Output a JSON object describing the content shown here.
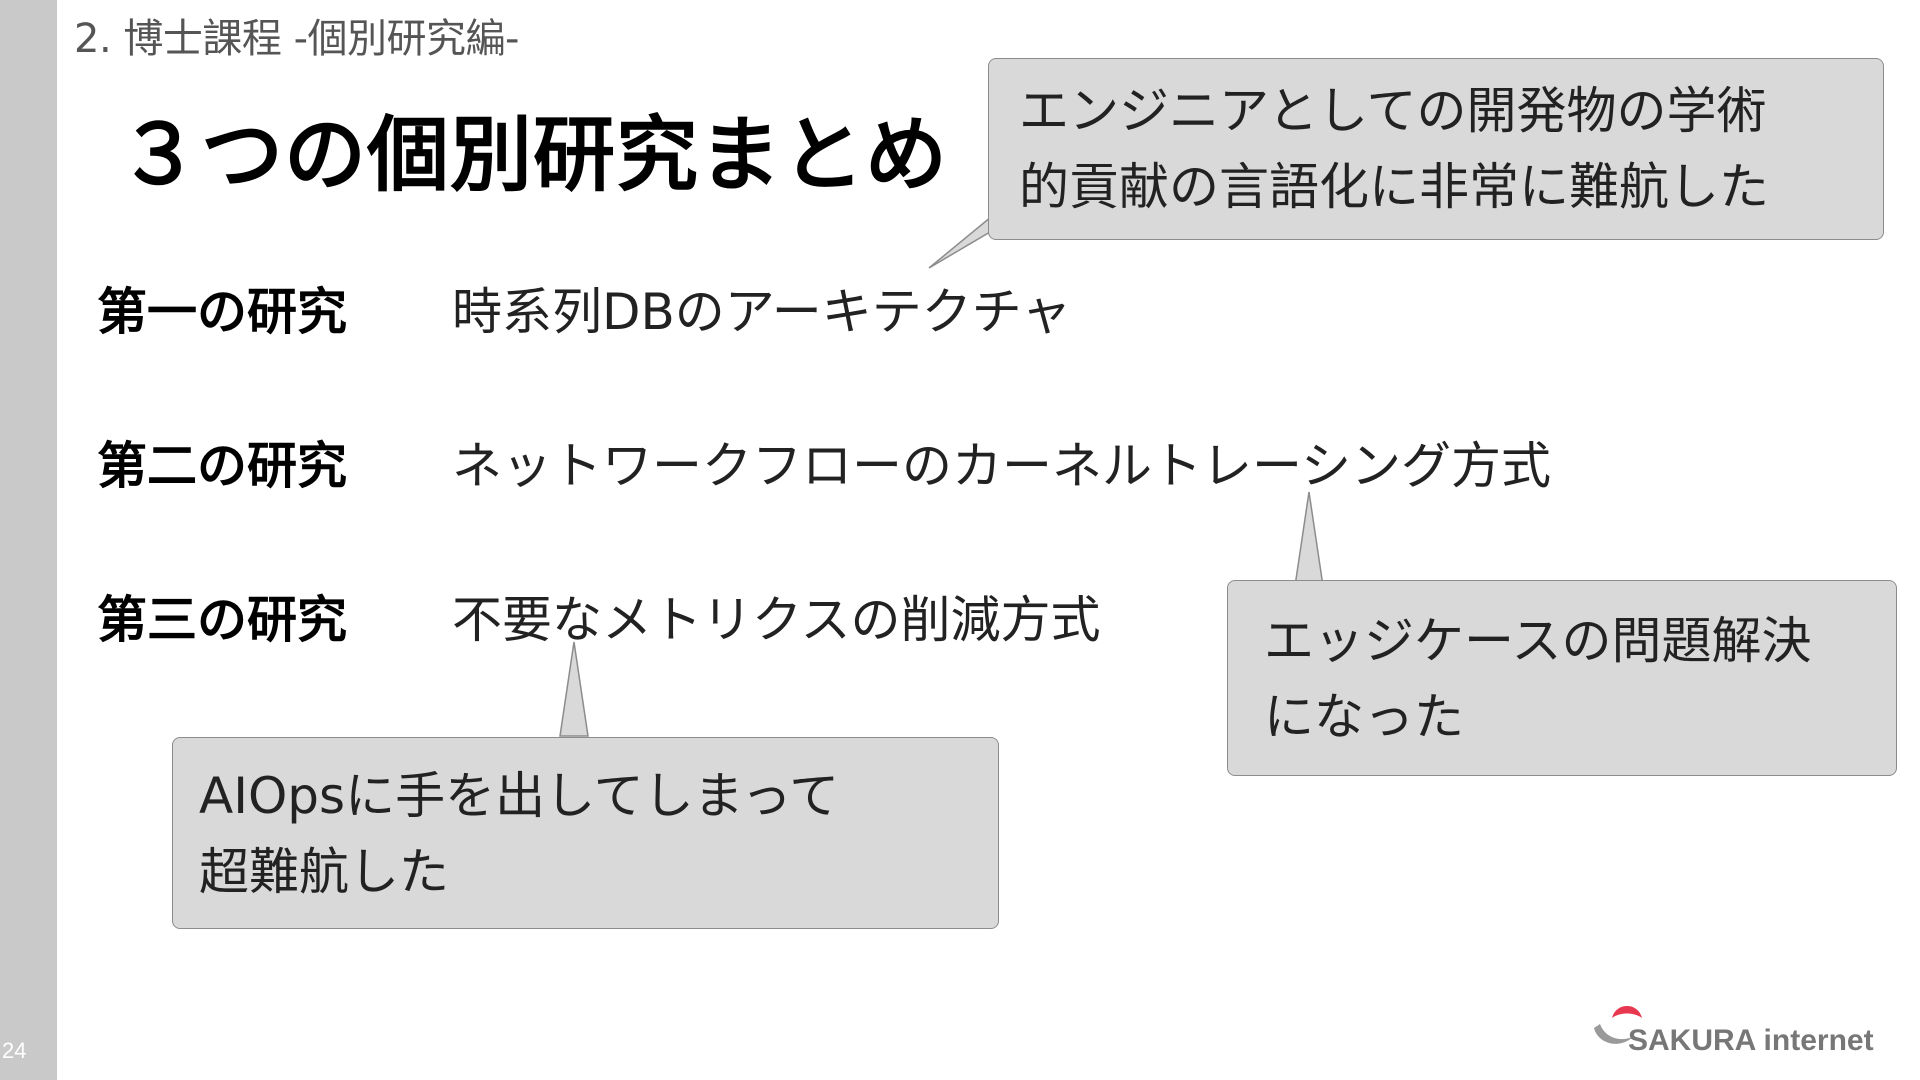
{
  "slide": {
    "page_number": "24",
    "breadcrumb": "2. 博士課程 -個別研究編-",
    "title": "３つの個別研究まとめ"
  },
  "studies": [
    {
      "label": "第一の研究",
      "text": "時系列DBのアーキテクチャ"
    },
    {
      "label": "第二の研究",
      "text": "ネットワークフローのカーネルトレーシング方式"
    },
    {
      "label": "第三の研究",
      "text": "不要なメトリクスの削減方式"
    }
  ],
  "callouts": {
    "engineering": {
      "lines": [
        "エンジニアとしての開発物の学術",
        "的貢献の言語化に非常に難航した"
      ]
    },
    "edge_case": {
      "lines": [
        "エッジケースの問題解決",
        "になった"
      ]
    },
    "aiops": {
      "lines": [
        "AIOpsに手を出してしまって",
        "超難航した"
      ]
    }
  },
  "logo": {
    "text": "SAKURA internet",
    "colors": {
      "petal": "#e8384f",
      "mark": "#9a9a9a",
      "text": "#777777"
    }
  },
  "colors": {
    "sidebar": "#c9c9c9",
    "callout_fill": "#d9d9d9",
    "callout_border": "#8c8c8c"
  }
}
